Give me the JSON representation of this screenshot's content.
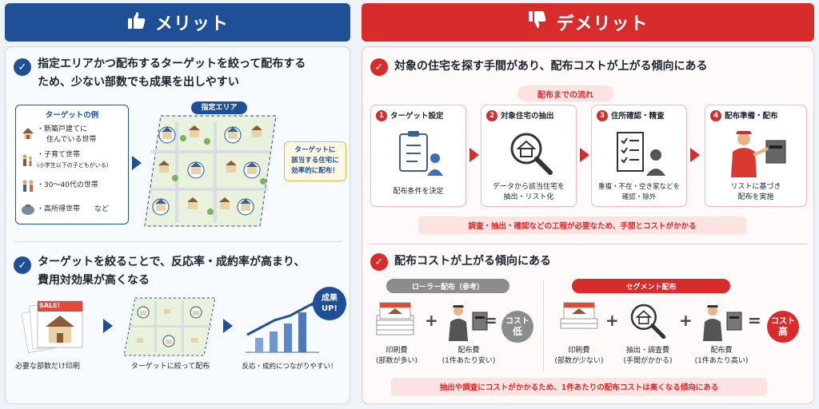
{
  "merit": {
    "header": "メリット",
    "point1": {
      "title_line1": "指定エリアかつ配布するターゲットを絞って配布する",
      "title_line2": "ため、少ない部数でも成果を出しやすい",
      "examples_title": "ターゲットの例",
      "examples": [
        {
          "icon": "house-icon",
          "line1": "・新築戸建てに",
          "line2": "住んでいる世帯"
        },
        {
          "icon": "family-icon",
          "line1": "・子育て世帯",
          "line2": "(小学生以下の子どもがいる)"
        },
        {
          "icon": "couple-icon",
          "line1": "・30〜40代の世帯",
          "line2": ""
        },
        {
          "icon": "wallet-icon",
          "line1": "・高所得世帯　　など",
          "line2": ""
        }
      ],
      "area_label": "指定エリア",
      "callout_line1": "ターゲットに",
      "callout_line2": "該当する住宅に",
      "callout_line3": "効率的に配布！"
    },
    "point2": {
      "title_line1": "ターゲットを絞ることで、反応率・成約率が高まり、",
      "title_line2": "費用対効果が高くなる",
      "flyer_badge": "SALE!",
      "caption1": "必要な部数だけ印刷",
      "caption2": "ターゲットに絞って配布",
      "caption3": "反応・成約につながりやすい！",
      "result_badge_line1": "成果",
      "result_badge_line2": "UP!"
    }
  },
  "demerit": {
    "header": "デメリット",
    "point1": {
      "title": "対象の住宅を探す手間があり、配布コストが上がる傾向にある",
      "flow_label": "配布までの流れ",
      "steps": [
        {
          "num": "1",
          "title": "ターゲット設定",
          "icon": "clipboard-person-icon",
          "line1": "配布条件を決定",
          "line2": ""
        },
        {
          "num": "2",
          "title": "対象住宅の抽出",
          "icon": "magnifier-house-icon",
          "line1": "データから該当住宅を",
          "line2": "抽出・リスト化"
        },
        {
          "num": "3",
          "title": "住所確認・精査",
          "icon": "checklist-person-icon",
          "line1": "重複・不在・空き家などを",
          "line2": "確認・除外"
        },
        {
          "num": "4",
          "title": "配布準備・配布",
          "icon": "postman-icon",
          "line1": "リストに基づき",
          "line2": "配布を実施"
        }
      ],
      "note": "調査・抽出・確認などの工程が必要なため、手間とコストがかかる"
    },
    "point2": {
      "title": "配布コストが上がる傾向にある",
      "roller": {
        "label": "ローラー配布（参考）",
        "items": [
          {
            "icon": "paper-stack-icon",
            "line1": "印刷費",
            "line2": "(部数が多い)"
          },
          {
            "icon": "postman-icon",
            "line1": "配布費",
            "line2": "(1件あたり安い)"
          }
        ],
        "result_line1": "コスト",
        "result_line2": "低"
      },
      "segment": {
        "label": "セグメント配布",
        "items": [
          {
            "icon": "paper-stack-icon",
            "line1": "印刷費",
            "line2": "(部数が少ない)"
          },
          {
            "icon": "magnifier-house-icon",
            "line1": "抽出・調査費",
            "line2": "(手間がかかる)"
          },
          {
            "icon": "postman-icon",
            "line1": "配布費",
            "line2": "(1件あたり高い)"
          }
        ],
        "result_line1": "コスト",
        "result_line2": "高"
      },
      "note": "抽出や調査にコストがかかるため、1件あたりの配布コストは高くなる傾向にある"
    }
  },
  "colors": {
    "merit": "#1f4f96",
    "demerit": "#d82c2c",
    "cost_low": "#8c8c8c"
  }
}
